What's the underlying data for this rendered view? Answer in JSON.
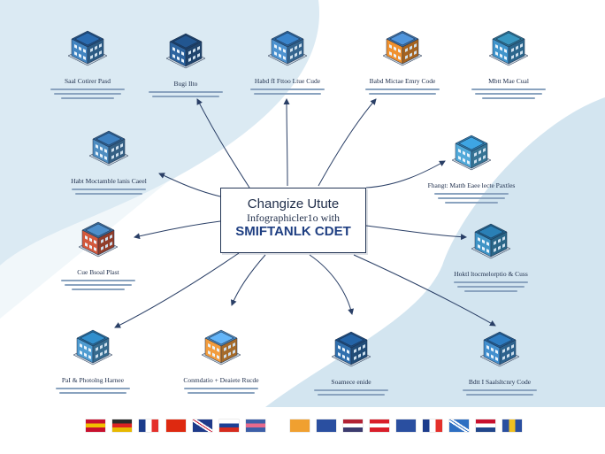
{
  "center": {
    "line1": "Changize Utute",
    "line2": "Infographicler1o with",
    "line3": "SMIFTANLK CDET"
  },
  "nodes": [
    {
      "id": "n1",
      "label": "Saal Cotirer Pasd",
      "color": "#3f7fb8",
      "roof": "#1f4f82"
    },
    {
      "id": "n2",
      "label": "Bugi Ilto",
      "color": "#2b5f97",
      "roof": "#19406b"
    },
    {
      "id": "n3",
      "label": "Habd fI Fttoo Ltue Cude",
      "color": "#4a8cc6",
      "roof": "#2b6296"
    },
    {
      "id": "n4",
      "label": "Babd Mictae Emry Code",
      "color": "#e58a2c",
      "roof": "#3b6ea3"
    },
    {
      "id": "n5",
      "label": "Mbtt Mae Cual",
      "color": "#3d8ec2",
      "roof": "#2a6f8e"
    },
    {
      "id": "n6",
      "label": "Habt Moctamble lanis Caeel",
      "color": "#4a86b8",
      "roof": "#2d5f8e"
    },
    {
      "id": "n7",
      "label": "Fhangt: Mattb Eaee lecte Paxtles",
      "color": "#4da1cf",
      "roof": "#2e7aa8"
    },
    {
      "id": "n8",
      "label": "Cue Bsoal Plast",
      "color": "#c9553a",
      "roof": "#3a6a96"
    },
    {
      "id": "n9",
      "label": "Hoktl ltocmelorptio & Cuss",
      "color": "#3c8dbd",
      "roof": "#1f5f87"
    },
    {
      "id": "n10",
      "label": "PaI & Photolng Harnee",
      "color": "#4b95c7",
      "roof": "#256a98"
    },
    {
      "id": "n11",
      "label": "Conmdatio + Deaiete Rucde",
      "color": "#e6953a",
      "roof": "#4a86b8"
    },
    {
      "id": "n12",
      "label": "Soamece enide",
      "color": "#2e6aa5",
      "roof": "#1b4a7c"
    },
    {
      "id": "n13",
      "label": "Bdtt I Saalsltcnry Code",
      "color": "#3f88c4",
      "roof": "#215c90"
    }
  ],
  "flags": [
    {
      "name": "spain",
      "colors": [
        "#c8102e",
        "#f1bf00",
        "#c8102e"
      ],
      "dir": "h"
    },
    {
      "name": "germany-like",
      "colors": [
        "#2a2a2a",
        "#dd2222",
        "#e7b800"
      ],
      "dir": "h"
    },
    {
      "name": "france",
      "colors": [
        "#1c3c8c",
        "#ffffff",
        "#e4302b"
      ],
      "dir": "v"
    },
    {
      "name": "china",
      "colors": [
        "#de2910",
        "#de2910",
        "#de2910"
      ],
      "dir": "h"
    },
    {
      "name": "uk",
      "colors": [
        "#1e3a8a",
        "#ffffff",
        "#c8102e"
      ],
      "dir": "x"
    },
    {
      "name": "russia",
      "colors": [
        "#ffffff",
        "#1c3f95",
        "#d52b1e"
      ],
      "dir": "h"
    },
    {
      "name": "pink-stripe",
      "colors": [
        "#3d5fa8",
        "#e86a8c",
        "#3d5fa8"
      ],
      "dir": "h"
    },
    {
      "name": "orange",
      "colors": [
        "#f0a030",
        "#f0a030",
        "#f0a030"
      ],
      "dir": "h"
    },
    {
      "name": "eu",
      "colors": [
        "#2a4fa0",
        "#2a4fa0",
        "#2a4fa0"
      ],
      "dir": "h"
    },
    {
      "name": "usa",
      "colors": [
        "#b22234",
        "#ffffff",
        "#3c3b6e"
      ],
      "dir": "h"
    },
    {
      "name": "austria",
      "colors": [
        "#d91e2a",
        "#ffffff",
        "#d91e2a"
      ],
      "dir": "h"
    },
    {
      "name": "eu-2",
      "colors": [
        "#2a4fa0",
        "#2a4fa0",
        "#2a4fa0"
      ],
      "dir": "h"
    },
    {
      "name": "france-2",
      "colors": [
        "#1c3c8c",
        "#ffffff",
        "#e4302b"
      ],
      "dir": "v"
    },
    {
      "name": "scotland",
      "colors": [
        "#2e6fc2",
        "#ffffff",
        "#2e6fc2"
      ],
      "dir": "x"
    },
    {
      "name": "netherlands",
      "colors": [
        "#c8102e",
        "#ffffff",
        "#21468b"
      ],
      "dir": "h"
    },
    {
      "name": "blue-yellow",
      "colors": [
        "#2a4fa0",
        "#f0c020",
        "#2a4fa0"
      ],
      "dir": "v"
    }
  ]
}
